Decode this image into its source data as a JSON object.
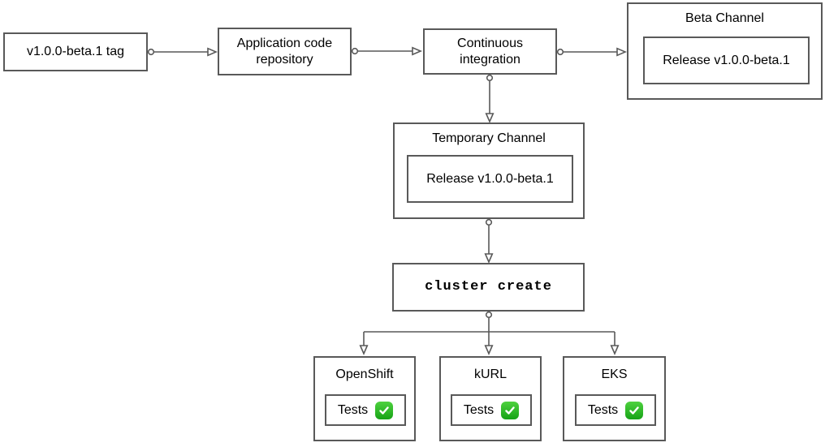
{
  "diagram": {
    "nodes": {
      "tag": {
        "label": "v1.0.0-beta.1 tag"
      },
      "repo": {
        "label": "Application code repository"
      },
      "ci": {
        "label": "Continuous integration"
      },
      "beta_channel": {
        "title": "Beta Channel",
        "release_label": "Release v1.0.0-beta.1"
      },
      "temporary_channel": {
        "title": "Temporary Channel",
        "release_label": "Release v1.0.0-beta.1"
      },
      "cluster_create": {
        "label": "cluster create"
      },
      "platforms": [
        {
          "title": "OpenShift",
          "tests_label": "Tests",
          "status_icon": "check-mark-button-icon",
          "status": "passed"
        },
        {
          "title": "kURL",
          "tests_label": "Tests",
          "status_icon": "check-mark-button-icon",
          "status": "passed"
        },
        {
          "title": "EKS",
          "tests_label": "Tests",
          "status_icon": "check-mark-button-icon",
          "status": "passed"
        }
      ]
    },
    "colors": {
      "border": "#595959",
      "background": "#ffffff",
      "text": "#000000",
      "check_green_top": "#4ed13f",
      "check_green_bottom": "#16a316",
      "check_mark": "#ffffff"
    }
  }
}
